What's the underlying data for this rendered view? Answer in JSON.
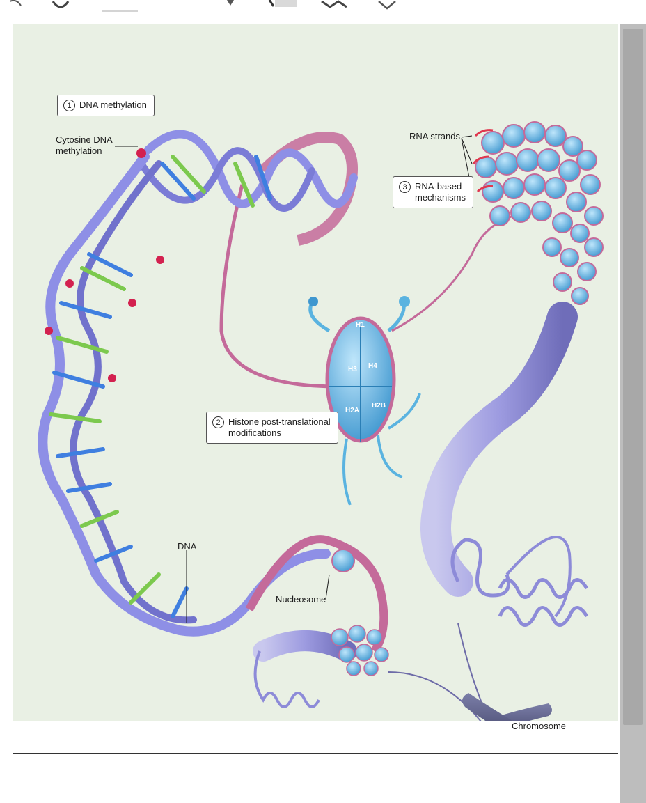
{
  "figure": {
    "callouts": [
      {
        "number": "1",
        "text": "DNA methylation"
      },
      {
        "number": "2",
        "text": "Histone post-translational\nmodifications"
      },
      {
        "number": "3",
        "text": "RNA-based\nmechanisms"
      }
    ],
    "labels": {
      "cytosine": "Cytosine DNA\nmethylation",
      "rna_strands": "RNA strands",
      "dna": "DNA",
      "nucleosome": "Nucleosome",
      "chromosome": "Chromosome"
    },
    "histones": {
      "h1": "H1",
      "h3": "H3",
      "h4": "H4",
      "h2a": "H2A",
      "h2b": "H2B"
    }
  },
  "colors": {
    "background": "#e9f0e4",
    "dna_backbone": "#8e8fe6",
    "base_blue": "#3f7fe0",
    "base_green": "#7cc94e",
    "methyl": "#d3214f",
    "chromatin_pink": "#c46a9a",
    "nucleosome_blue": "#4da4d8",
    "chromosome": "#4c4e72"
  }
}
